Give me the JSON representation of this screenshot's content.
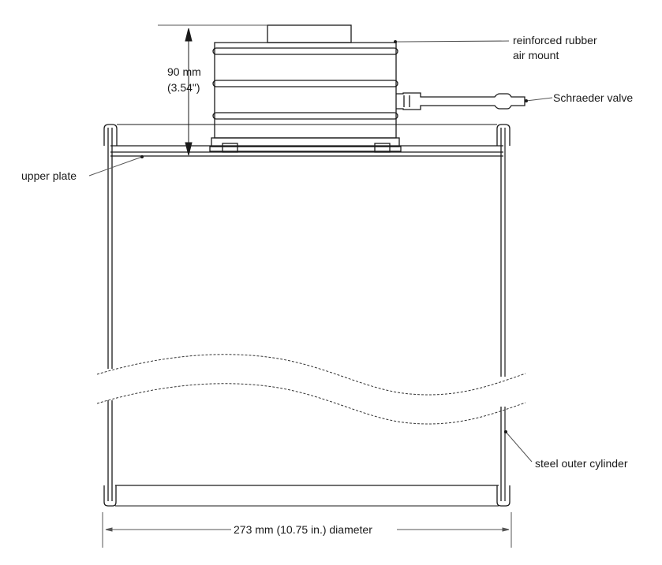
{
  "diagram": {
    "labels": {
      "air_mount": [
        "reinforced rubber",
        "air mount"
      ],
      "valve": "Schraeder valve",
      "upper_plate": "upper plate",
      "cylinder": "steel outer cylinder",
      "height_dim": [
        "90 mm",
        "(3.54\")"
      ],
      "diameter_dim": "273 mm (10.75 in.) diameter"
    },
    "colors": {
      "line": "#1a1a1a",
      "leader": "#555555",
      "background": "#ffffff"
    }
  }
}
